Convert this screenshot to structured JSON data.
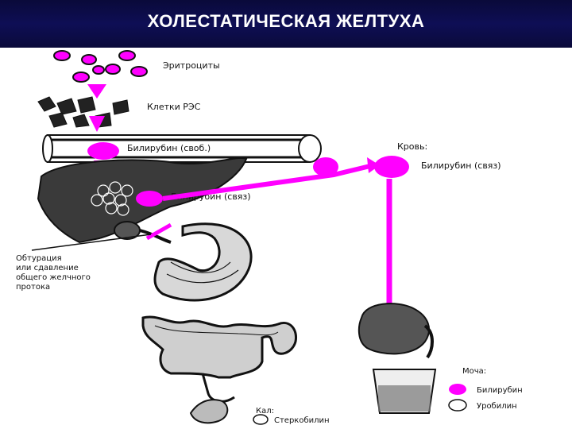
{
  "title": "ХОЛЕСТАТИЧЕСКАЯ ЖЕЛТУХА",
  "colors": {
    "accent": "#ff00ff",
    "header_bg": "#0e0e55",
    "ink": "#111111"
  },
  "labels": {
    "erythrocytes": "Эритроциты",
    "res_cells": "Клетки РЭС",
    "bilirubin_free": "Билирубин (своб.)",
    "bilirubin_bound_liver": "Билирубин (связ)",
    "blood": "Кровь:",
    "bilirubin_bound_blood": "Билирубин (связ)",
    "obstruction": [
      "Обтурация",
      "или сдавление",
      "общего желчного",
      "протока"
    ],
    "urine": "Моча:",
    "legend_bilirubin": "Билирубин",
    "legend_urobilin": "Уробилин",
    "feces": "Кал:",
    "stercobilin": "Стеркобилин"
  }
}
